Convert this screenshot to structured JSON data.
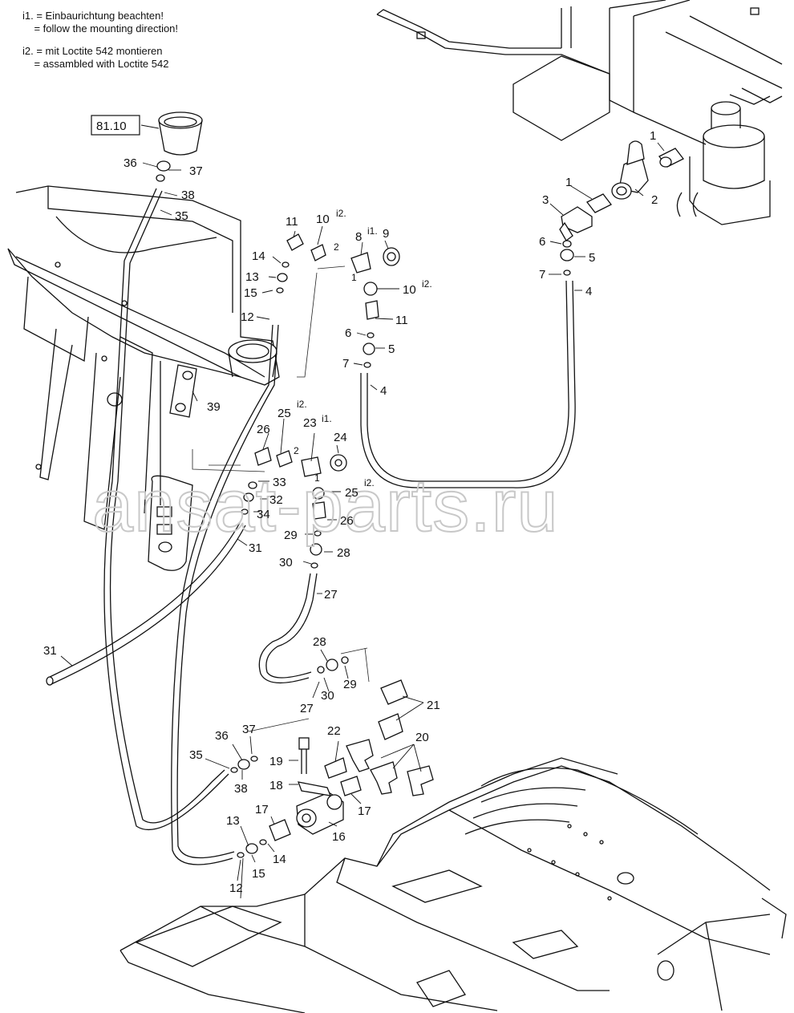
{
  "notes": [
    {
      "line_de": "i1. = Einbaurichtung beachten!",
      "line_en": "    = follow the mounting direction!"
    },
    {
      "line_de": "i2. = mit Loctite 542 montieren",
      "line_en": "    = assambled with Loctite 542"
    }
  ],
  "reference_box": "81.10",
  "watermark": "ansat-parts.ru",
  "parts": {
    "p1a": "1",
    "p1b": "1",
    "p2": "2",
    "p3": "3",
    "p4a": "4",
    "p4b": "4",
    "p5a": "5",
    "p5b": "5",
    "p6a": "6",
    "p6b": "6",
    "p7a": "7",
    "p7b": "7",
    "p8": "8",
    "p9": "9",
    "p10a": "10",
    "p10b": "10",
    "p11a": "11",
    "p11b": "11",
    "p12a": "12",
    "p12b": "12",
    "p13a": "13",
    "p13b": "13",
    "p14a": "14",
    "p14b": "14",
    "p15a": "15",
    "p15b": "15",
    "p16": "16",
    "p17a": "17",
    "p17b": "17",
    "p18": "18",
    "p19": "19",
    "p20": "20",
    "p21": "21",
    "p22": "22",
    "p23": "23",
    "p24": "24",
    "p25a": "25",
    "p25b": "25",
    "p26a": "26",
    "p26b": "26",
    "p27a": "27",
    "p27b": "27",
    "p28a": "28",
    "p28b": "28",
    "p29a": "29",
    "p29b": "29",
    "p30a": "30",
    "p30b": "30",
    "p31a": "31",
    "p31b": "31",
    "p32": "32",
    "p33": "33",
    "p34": "34",
    "p35a": "35",
    "p35b": "35",
    "p36a": "36",
    "p36b": "36",
    "p37a": "37",
    "p37b": "37",
    "p38a": "38",
    "p38b": "38",
    "p39": "39"
  },
  "flags": {
    "i1": "i1.",
    "i2": "i2.",
    "pos1": "1",
    "pos2": "2"
  }
}
